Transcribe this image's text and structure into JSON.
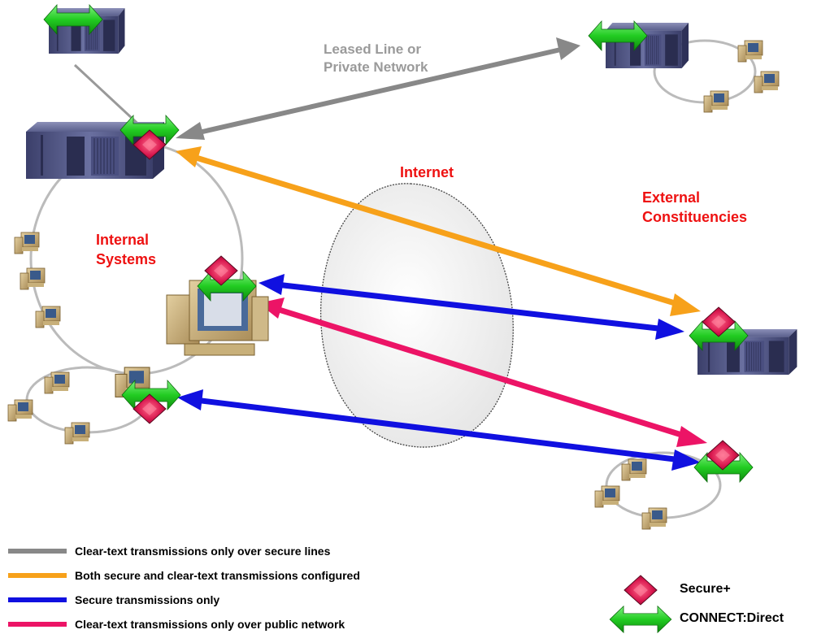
{
  "labels": {
    "leased_line": [
      "Leased Line or",
      "Private Network"
    ],
    "internet": "Internet",
    "external": [
      "External",
      "Constituencies"
    ],
    "internal": [
      "Internal",
      "Systems"
    ]
  },
  "legend": [
    {
      "text": "Clear-text transmissions only over secure lines",
      "color": "#888888"
    },
    {
      "text": "Both secure and clear-text transmissions configured",
      "color": "#f7a11a"
    },
    {
      "text": "Secure transmissions only",
      "color": "#1010e0"
    },
    {
      "text": "Clear-text transmissions only over public network",
      "color": "#ec1466"
    }
  ],
  "key": {
    "secure_plus": "Secure+",
    "connect_direct": "CONNECT:Direct"
  },
  "colors": {
    "gray_link": "#888888",
    "orange_link": "#f7a11a",
    "blue_link": "#1010e0",
    "pink_link": "#ec1466",
    "label_red": "#ee1111",
    "label_gray": "#9a9a9a",
    "secure_diamond": "#d8164e",
    "connect_arrow": "#22cc22",
    "mainframe": "#5a5f8c"
  },
  "icons": [
    "mainframe-icon",
    "workstation-icon",
    "pc-icon",
    "secure-plus-diamond-icon",
    "connect-direct-arrow-icon",
    "internet-cloud-icon"
  ]
}
